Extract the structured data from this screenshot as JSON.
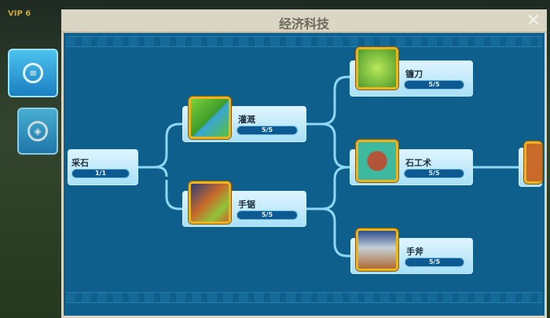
{
  "background": {
    "vip_label": "VIP 6"
  },
  "window": {
    "title": "经济科技",
    "close_icon": "close-icon"
  },
  "nodes": [
    {
      "name": "采石",
      "progress": "1/1"
    },
    {
      "name": "灌溉",
      "progress": "5/5",
      "icon": "river-leaves-icon"
    },
    {
      "name": "手锯",
      "progress": "5/5",
      "icon": "saw-log-icon"
    },
    {
      "name": "镰刀",
      "progress": "5/5",
      "icon": "sickle-icon"
    },
    {
      "name": "石工术",
      "progress": "5/5",
      "icon": "stone-trowel-icon"
    },
    {
      "name": "手斧",
      "progress": "5/5",
      "icon": "hand-axe-icon"
    }
  ],
  "colors": {
    "panel": "#0f5f8c",
    "header": "#d9d6c6",
    "bar": "#0d5a93",
    "frame": "#e9b521"
  }
}
